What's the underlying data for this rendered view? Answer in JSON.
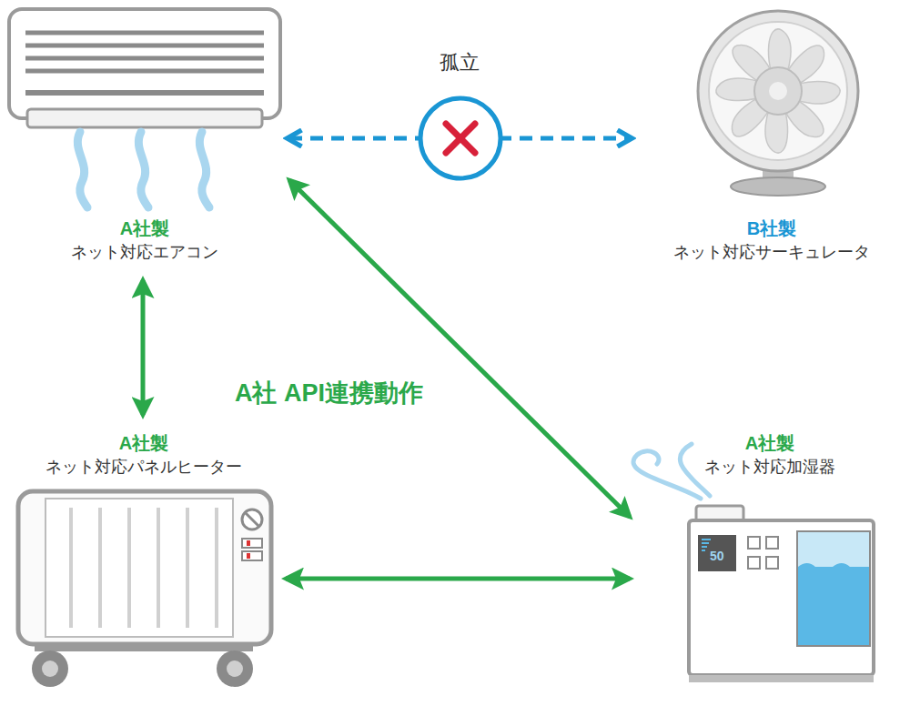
{
  "diagram": {
    "nodes": [
      {
        "text": [
          "A社製",
          "ネット対応エアコン"
        ]
      },
      {
        "text": [
          "B社製",
          "ネット対応サーキュレータ"
        ]
      },
      {
        "text": [
          "A社製",
          "ネット対応パネルヒーター"
        ]
      },
      {
        "text": [
          "A社製",
          "ネット対応加湿器"
        ]
      }
    ],
    "edges": [
      {
        "from": 0,
        "to": 1,
        "arrow": "both",
        "label": "孤立"
      },
      {
        "from": 0,
        "to": 2,
        "arrow": "both"
      },
      {
        "from": 0,
        "to": 3,
        "arrow": "both"
      },
      {
        "from": 2,
        "to": 3,
        "arrow": "both"
      }
    ],
    "labels": [
      "A社 API連携動作",
      "50"
    ]
  }
}
